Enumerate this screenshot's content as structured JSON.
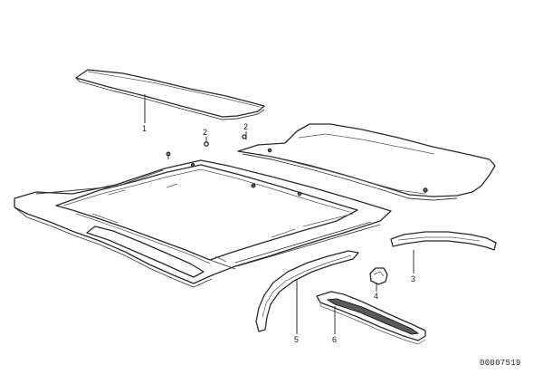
{
  "callouts": [
    {
      "id": "c1",
      "label": "1"
    },
    {
      "id": "c2a",
      "label": "2"
    },
    {
      "id": "c2b",
      "label": "2"
    },
    {
      "id": "c3",
      "label": "3"
    },
    {
      "id": "c4",
      "label": "4"
    },
    {
      "id": "c5",
      "label": "5"
    },
    {
      "id": "c6",
      "label": "6"
    }
  ],
  "reference_number": "00007519"
}
